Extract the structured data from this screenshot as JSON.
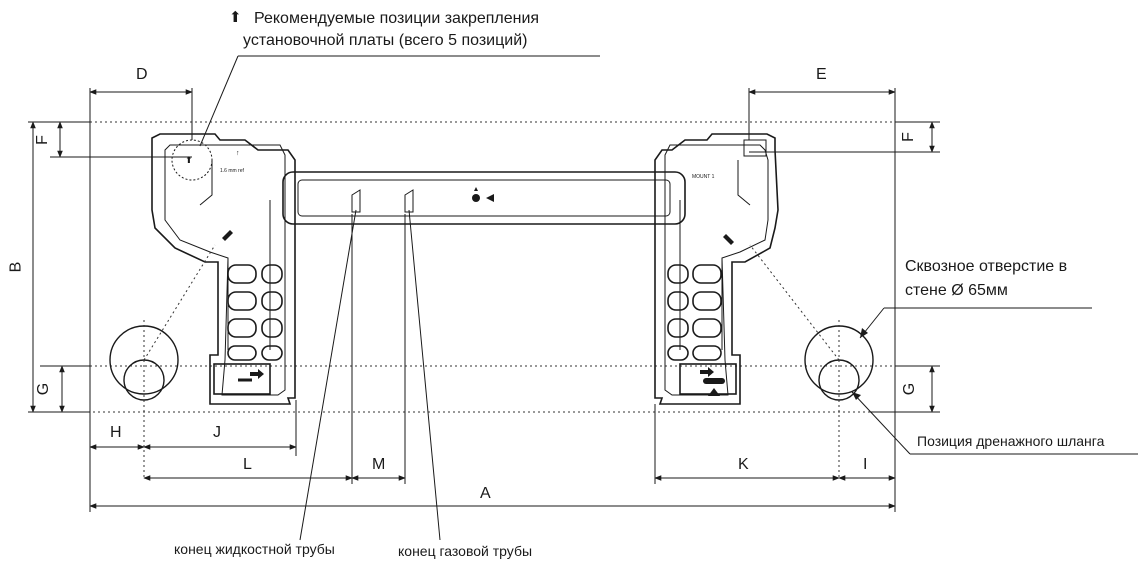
{
  "legend": {
    "arrow_glyph": "⬆",
    "line1": "Рекомендуемые позиции закрепления",
    "line2": "установочной платы (всего 5 позиций)"
  },
  "callouts": {
    "wall_hole_line1": "Сквозное отверстие в",
    "wall_hole_line2": "стене Ø 65мм",
    "drain_position": "Позиция дренажного шланга",
    "liquid_pipe_end": "конец жидкостной трубы",
    "gas_pipe_end": "конец газовой трубы"
  },
  "dimensions": {
    "A": "A",
    "B": "B",
    "D": "D",
    "E": "E",
    "F_left": "F",
    "F_right": "F",
    "G_left": "G",
    "G_right": "G",
    "H": "H",
    "I": "I",
    "J": "J",
    "K": "K",
    "L": "L",
    "M": "M"
  },
  "plate_marks": {
    "small_text_left": "1.6 mm ref",
    "small_text_right": "MOUNT 1"
  },
  "colors": {
    "line": "#1a1a1a",
    "dotted": "#333333",
    "background": "#ffffff"
  }
}
